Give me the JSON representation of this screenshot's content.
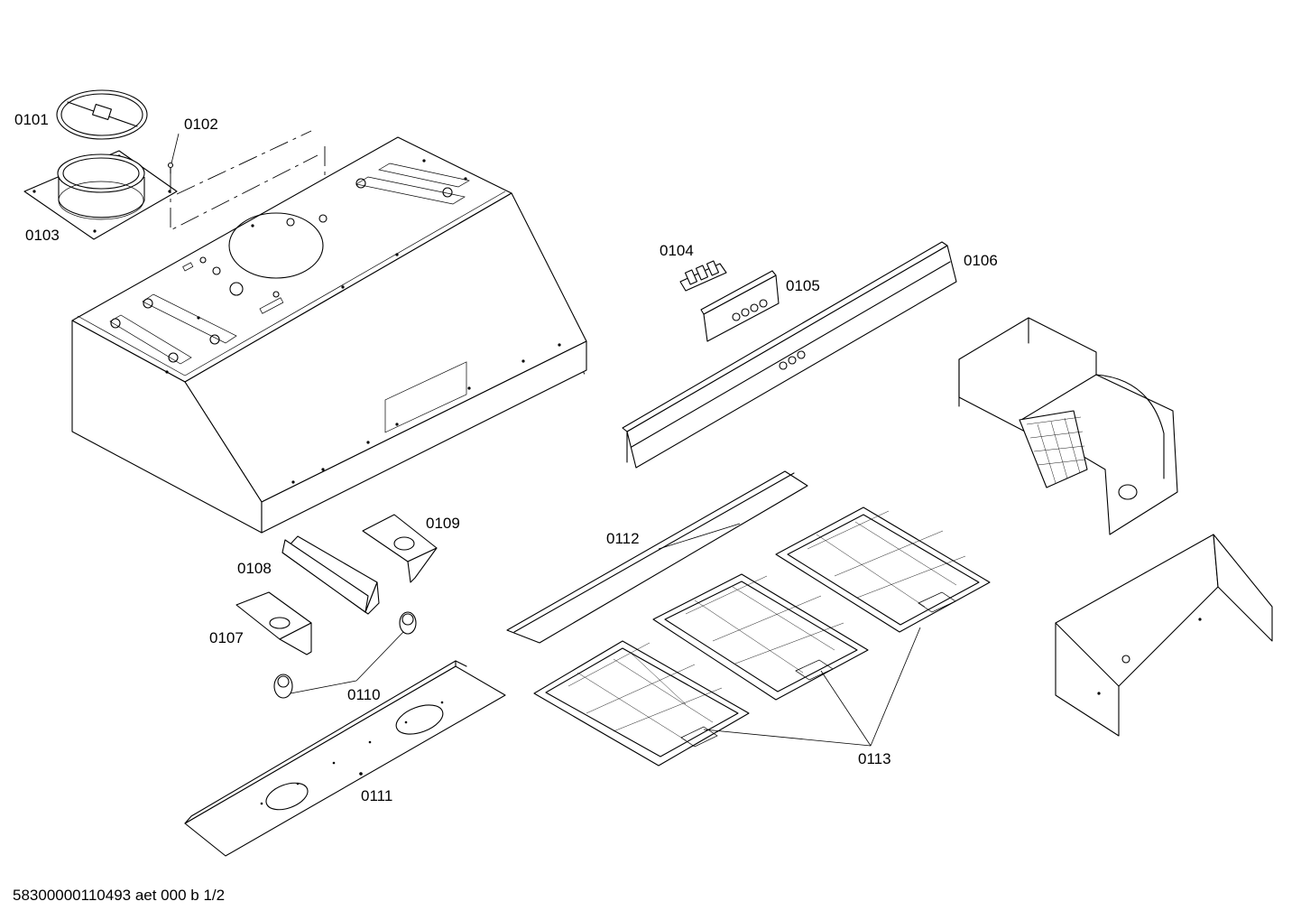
{
  "callouts": {
    "p0101": "0101",
    "p0102": "0102",
    "p0103": "0103",
    "p0104": "0104",
    "p0105": "0105",
    "p0106": "0106",
    "p0107": "0107",
    "p0108": "0108",
    "p0109": "0109",
    "p0110": "0110",
    "p0111": "0111",
    "p0112": "0112",
    "p0113": "0113"
  },
  "footer": {
    "document_id": "58300000110493 aet 000 b 1/2"
  }
}
